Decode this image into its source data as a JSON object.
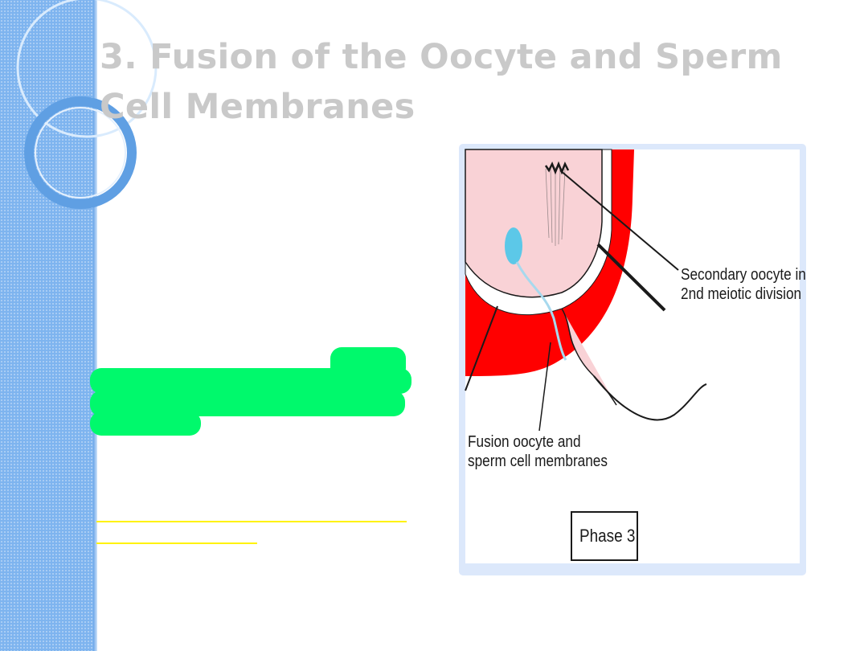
{
  "slide": {
    "title": "3. Fusion of the Oocyte and Sperm Cell Membranes"
  },
  "figure": {
    "label_secondary_line1": "Secondary oocyte in",
    "label_secondary_line2": "2nd meiotic division",
    "label_fusion_line1": "Fusion oocyte and",
    "label_fusion_line2": "sperm cell membranes",
    "phase_label": "Phase 3",
    "colors": {
      "oocyte": "#f9d2d6",
      "zona": "#ff0000",
      "sperm_head": "#5cc8e8",
      "frame": "#dce8fb"
    }
  },
  "theme": {
    "band_color": "#7eb4ef",
    "highlight_color": "#00f96c",
    "underline_color": "#fff200",
    "title_color": "#c9c9c9"
  }
}
